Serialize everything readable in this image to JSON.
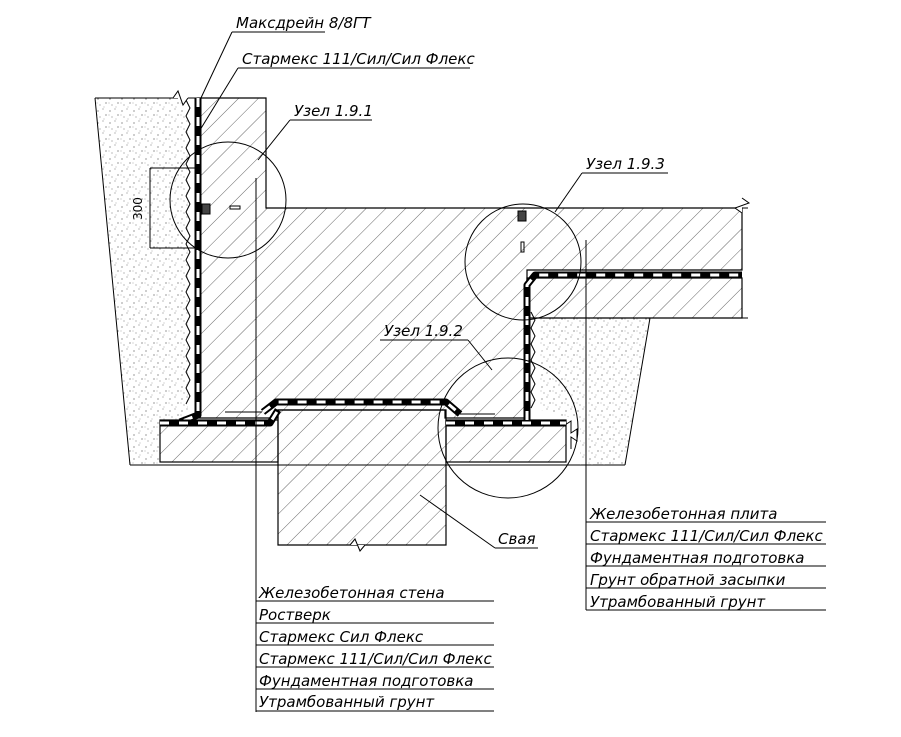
{
  "labels": {
    "maxdrain": "Максдрейн 8/8ГТ",
    "starmex_top": "Стармекс 111/Сил/Сил Флекс",
    "node_191": "Узел 1.9.1",
    "node_192": "Узел 1.9.2",
    "node_193": "Узел 1.9.3",
    "pile": "Свая",
    "dimension_300": "300"
  },
  "legend_left": [
    "Железобетонная стена",
    "Ростверк",
    "Стармекс Сил Флекс",
    "Стармекс 111/Сил/Сил Флекс",
    "Фундаментная подготовка",
    "Утрамбованный грунт"
  ],
  "legend_right": [
    "Железобетонная плита",
    "Стармекс 111/Сил/Сил Флекс",
    "Фундаментная подготовка",
    "Грунт обратной засыпки",
    "Утрамбованный грунт"
  ]
}
